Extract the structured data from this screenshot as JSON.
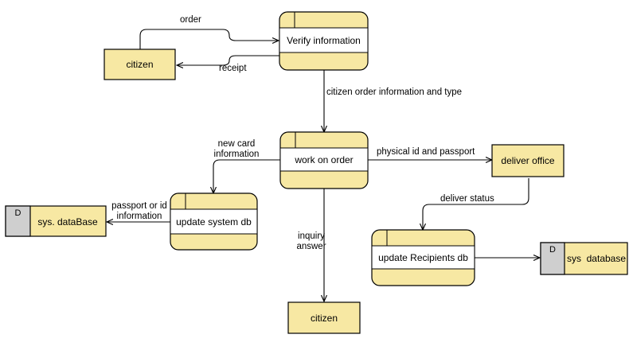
{
  "processes": {
    "verify": "Verify information",
    "work": "work on order",
    "update_system": "update system db",
    "update_recipients": "update Recipients db"
  },
  "entities": {
    "citizen_top": "citizen",
    "citizen_bottom": "citizen",
    "deliver_office": "deliver office"
  },
  "stores": {
    "sys_database_left": {
      "id": "D",
      "name": "sys. dataBase"
    },
    "sys_database_right": {
      "id": "D",
      "name": "sys  database"
    }
  },
  "flows": {
    "order": "order",
    "receipt": "receipt",
    "citizen_order_info": "citizen order information and type",
    "new_card_line1": "new card",
    "new_card_line2": "information",
    "physical_id": "physical id and passport",
    "passport_line1": "passport or id",
    "passport_line2": "information",
    "deliver_status": "deliver status",
    "inquiry_line1": "inquiry",
    "inquiry_line2": "answer"
  },
  "colors": {
    "fill": "#f7e8a3",
    "stroke": "#000000",
    "store_id_fill": "#cfcfcf"
  }
}
